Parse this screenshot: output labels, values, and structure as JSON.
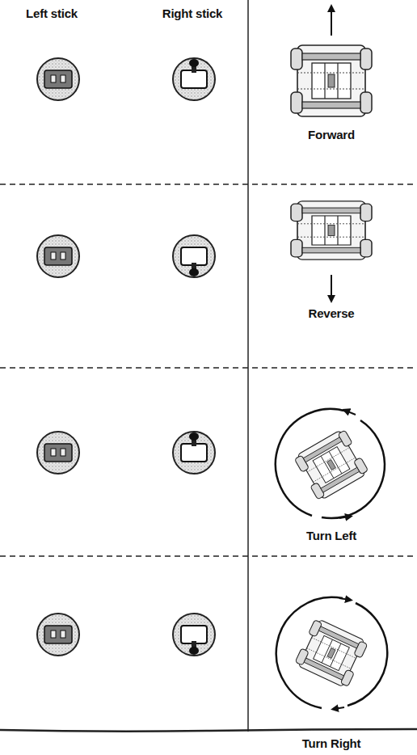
{
  "diagram": {
    "labels": [
      "Left stick",
      "Right stick",
      "Forward",
      "Reverse",
      "Turn Left",
      "Turn Right"
    ]
  }
}
